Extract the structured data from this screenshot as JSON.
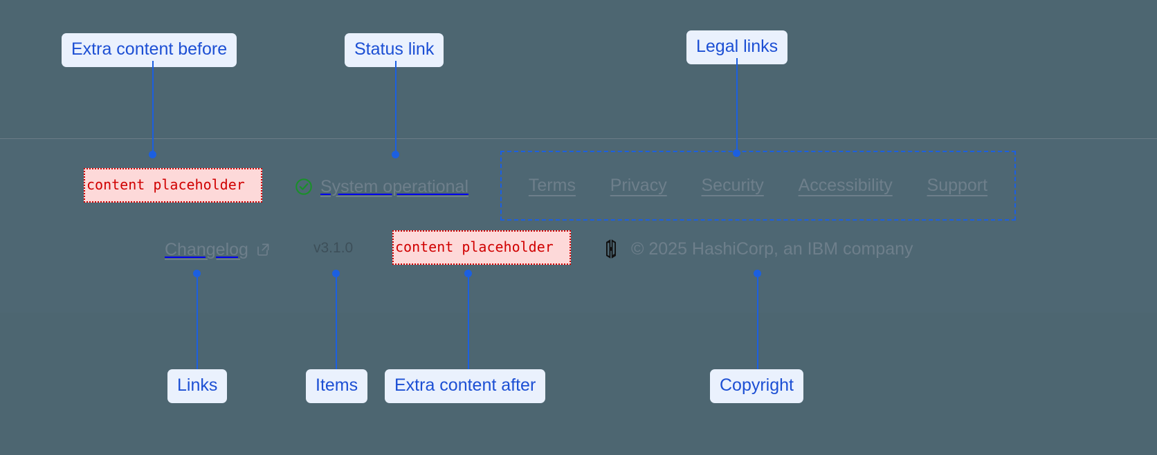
{
  "theme": {
    "page_bg": "#4d6671",
    "footer_bg": "#4e6773",
    "divider": "#6b7b86",
    "link_color": "#6e7f8b",
    "annotation_blue": "#1c5fe0",
    "annotation_chip_bg": "#eaf1fd",
    "annotation_text": "#1c4fd4",
    "placeholder_red": "#d00000",
    "placeholder_bg": "#fdd9d9",
    "status_green": "#1a8f2a",
    "version_color": "#3d4f59"
  },
  "footer": {
    "extra_content_before": {
      "text": "content placeholder"
    },
    "status": {
      "icon": "check-circle-icon",
      "label": "System operational"
    },
    "legal_links": [
      {
        "label": "Terms"
      },
      {
        "label": "Privacy"
      },
      {
        "label": "Security"
      },
      {
        "label": "Accessibility"
      },
      {
        "label": "Support"
      }
    ],
    "changelog": {
      "label": "Changelog",
      "icon": "external-link-icon"
    },
    "version": {
      "label": "v3.1.0"
    },
    "extra_content_after": {
      "text": "content placeholder"
    },
    "copyright": {
      "logo": "hashicorp-logo",
      "label": "© 2025 HashiCorp, an IBM company"
    }
  },
  "annotations": {
    "top": [
      {
        "label": "Extra content before"
      },
      {
        "label": "Status link"
      },
      {
        "label": "Legal links"
      }
    ],
    "bottom": [
      {
        "label": "Links"
      },
      {
        "label": "Items"
      },
      {
        "label": "Extra content after"
      },
      {
        "label": "Copyright"
      }
    ]
  }
}
